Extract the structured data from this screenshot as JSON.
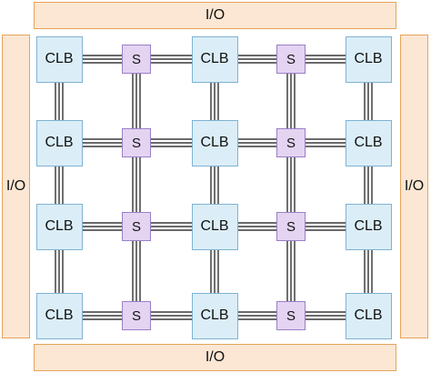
{
  "io": {
    "top": "I/O",
    "bottom": "I/O",
    "left": "I/O",
    "right": "I/O"
  },
  "grid": {
    "rows": 4,
    "cols": 5,
    "cell_pattern": [
      "CLB",
      "S",
      "CLB",
      "S",
      "CLB"
    ],
    "clb_label": "CLB",
    "switch_label": "S"
  },
  "colors": {
    "io_fill": "#fbe7d3",
    "io_border": "#e6a35a",
    "clb_fill": "#dbeef8",
    "clb_border": "#7fb2d3",
    "switch_fill": "#e4d4f2",
    "switch_border": "#9a7fc7",
    "wire": "#111111"
  }
}
